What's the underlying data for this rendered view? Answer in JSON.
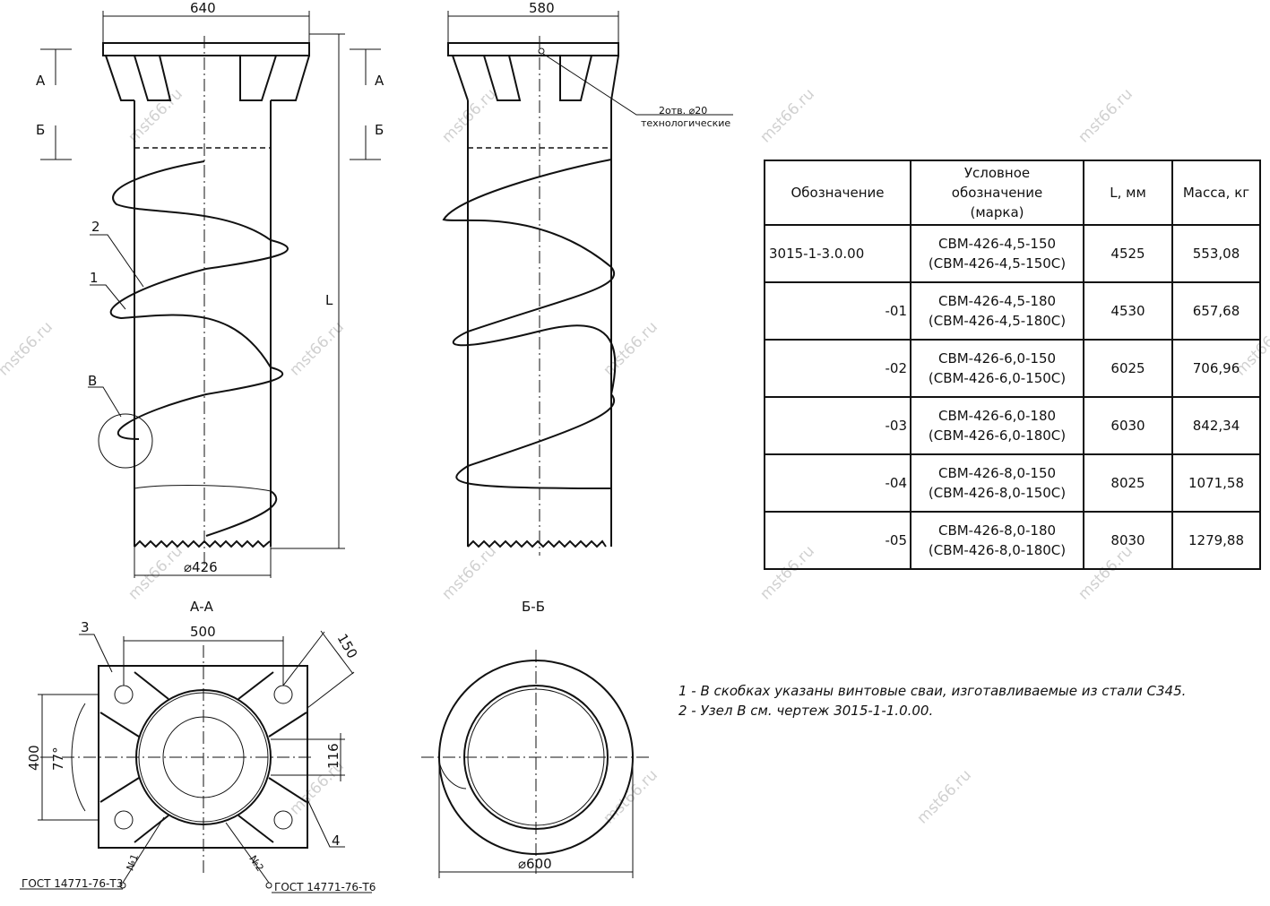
{
  "elevation": {
    "top_width": "640",
    "diameter": "⌀426",
    "length_label": "L",
    "section_a": "А",
    "section_b": "Б",
    "leaders": [
      "2",
      "1",
      "В"
    ]
  },
  "side_view": {
    "top_width": "580",
    "holes_note_1": "2отв. ⌀20",
    "holes_note_2": "технологические"
  },
  "section_aa": {
    "title": "А-А",
    "dim_500": "500",
    "dim_150": "150",
    "dim_400": "400",
    "angle": "77°",
    "dim_116": "116",
    "leader_3": "3",
    "leader_4": "4",
    "weld_1": "№1",
    "weld_2": "№2",
    "gost_left": "ГОСТ 14771-76-Т3",
    "gost_right": "ГОСТ 14771-76-Т6"
  },
  "section_bb": {
    "title": "Б-Б",
    "diameter": "⌀600"
  },
  "table": {
    "headers": [
      "Обозначение",
      "Условное обозначение (марка)",
      "L, мм",
      "Масса, кг"
    ],
    "rows": [
      {
        "designation": "3015-1-3.0.00",
        "mark": "СВМ-426-4,5-150",
        "mark_alt": "(СВМ-426-4,5-150С)",
        "length": "4525",
        "mass": "553,08"
      },
      {
        "designation": "-01",
        "mark": "СВМ-426-4,5-180",
        "mark_alt": "(СВМ-426-4,5-180С)",
        "length": "4530",
        "mass": "657,68"
      },
      {
        "designation": "-02",
        "mark": "СВМ-426-6,0-150",
        "mark_alt": "(СВМ-426-6,0-150С)",
        "length": "6025",
        "mass": "706,96"
      },
      {
        "designation": "-03",
        "mark": "СВМ-426-6,0-180",
        "mark_alt": "(СВМ-426-6,0-180С)",
        "length": "6030",
        "mass": "842,34"
      },
      {
        "designation": "-04",
        "mark": "СВМ-426-8,0-150",
        "mark_alt": "(СВМ-426-8,0-150С)",
        "length": "8025",
        "mass": "1071,58"
      },
      {
        "designation": "-05",
        "mark": "СВМ-426-8,0-180",
        "mark_alt": "(СВМ-426-8,0-180С)",
        "length": "8030",
        "mass": "1279,88"
      }
    ]
  },
  "notes": [
    "1 - В скобках указаны винтовые сваи, изготавливаемые из стали С345.",
    "2 - Узел В см. чертеж 3015-1-1.0.00."
  ],
  "watermark": "mst66.ru"
}
